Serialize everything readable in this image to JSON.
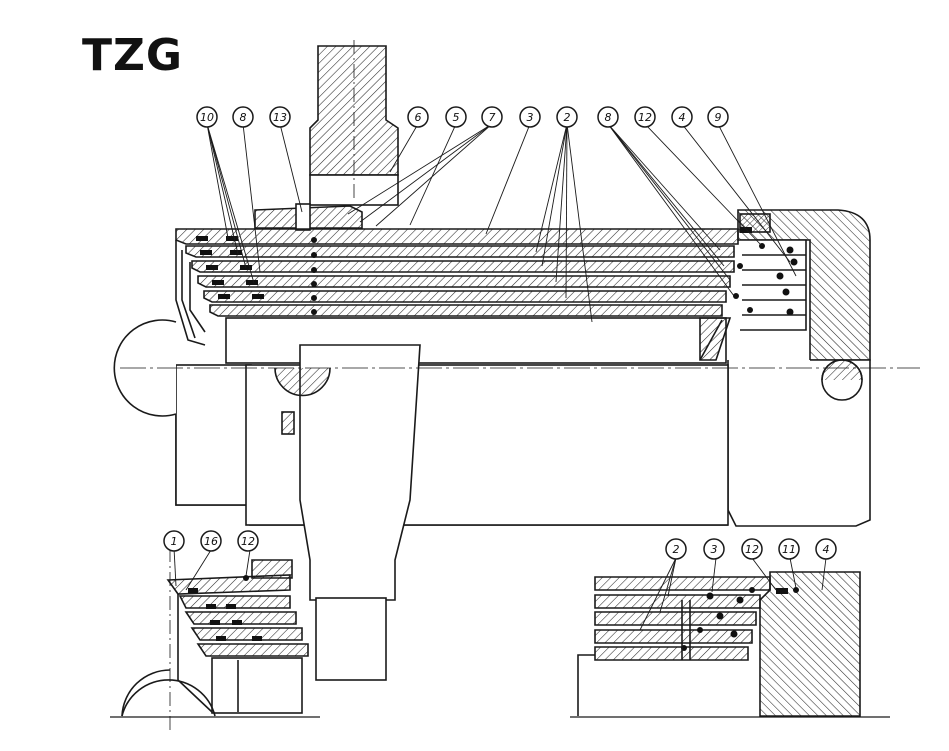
{
  "title": "TZG",
  "callouts_main": [
    "10",
    "8",
    "13",
    "6",
    "5",
    "7",
    "3",
    "2",
    "8",
    "12",
    "4",
    "9"
  ],
  "callouts_left": [
    "1",
    "16",
    "12"
  ],
  "callouts_right": [
    "2",
    "3",
    "12",
    "11",
    "4"
  ],
  "colors": {
    "ink": "#1a1a1a",
    "hatch": "#2a2a2a",
    "paper": "#ffffff"
  }
}
